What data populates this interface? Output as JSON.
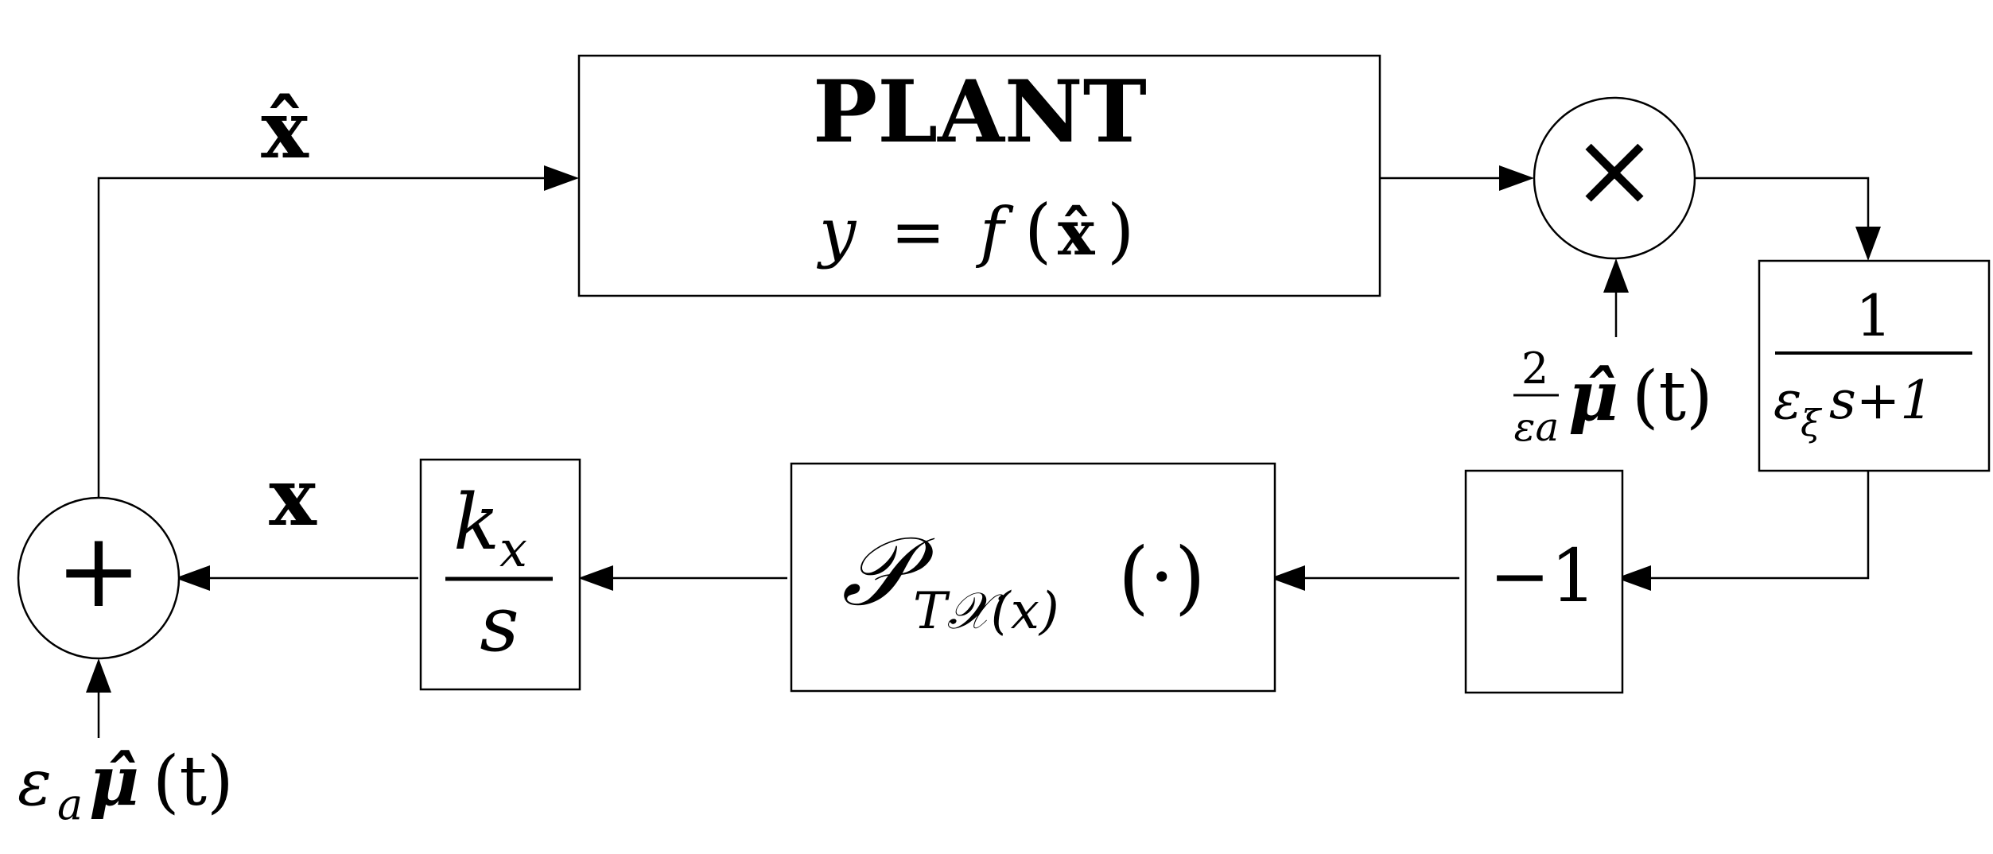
{
  "diagram": {
    "plant_block": {
      "title": "PLANT",
      "equation_y": "y",
      "equation_eq": "=",
      "equation_f": "f",
      "equation_arg_open": "(",
      "equation_arg": "x̂",
      "equation_arg_close": ")"
    },
    "multiplier": {
      "symbol": "×"
    },
    "multiplier_input": {
      "coef_num": "2",
      "coef_den": "εa",
      "signal": "μ̂",
      "time": "(t)"
    },
    "filter_block": {
      "numerator": "1",
      "denominator_eps": "ε",
      "denominator_sub": "ξ",
      "denominator_rest": "s+1"
    },
    "gain_block": {
      "value": "−1"
    },
    "projection_block": {
      "symbol": "𝒫",
      "subscript": "T𝒳(x)",
      "argument": "(·)"
    },
    "integrator_block": {
      "numerator_k": "k",
      "numerator_sub": "x",
      "denominator": "s"
    },
    "summer": {
      "symbol": "+"
    },
    "summer_input": {
      "eps": "ε",
      "eps_sub": "a",
      "signal": "μ̂",
      "time": "(t)"
    },
    "signal_xhat": "x̂",
    "signal_x": "x"
  }
}
